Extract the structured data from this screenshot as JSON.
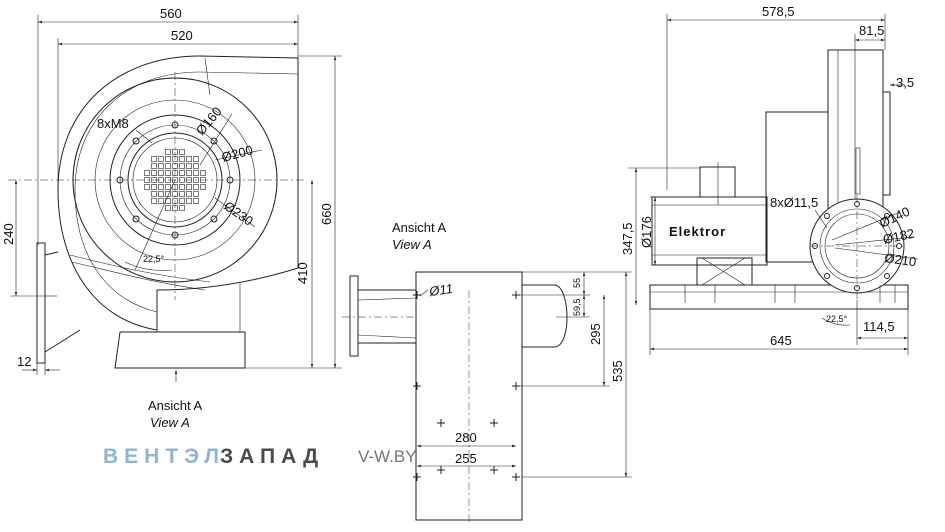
{
  "front_view": {
    "dims": {
      "w560": "560",
      "w520": "520",
      "h240": "240",
      "h660": "660",
      "h410": "410",
      "w12": "12"
    },
    "labels": {
      "bolts": "8xM8",
      "d160": "Ø160",
      "d200": "Ø200",
      "d230": "Ø230",
      "angle": "22,5°"
    },
    "view_label": {
      "de": "Ansicht A",
      "en": "View A"
    }
  },
  "view_a": {
    "title": {
      "de": "Ansicht A",
      "en": "View A"
    },
    "dims": {
      "d11": "Ø11",
      "h55": "55",
      "h59_5": "59,5",
      "h295": "295",
      "h535": "535",
      "w280": "280",
      "w255": "255"
    }
  },
  "side_view": {
    "brand": "Elektror",
    "dims": {
      "w578_5": "578,5",
      "w81_5": "81,5",
      "w3_5": "3,5",
      "h347_5": "347,5",
      "d176": "Ø176",
      "bolts": "8xØ11,5",
      "d140": "Ø140",
      "d182": "Ø182",
      "d210": "Ø210",
      "angle": "22,5°",
      "w114_5": "114,5",
      "w645": "645"
    }
  },
  "watermark": {
    "part1": "ВЕНТЭЛ",
    "part2": "ЗАПАД",
    "site": "V-W.BY"
  }
}
